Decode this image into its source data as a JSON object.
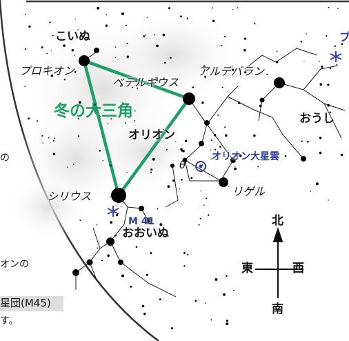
{
  "labels": {
    "koinu": "こいぬ",
    "procyon": "プロキオン",
    "betelgeuse": "ベテルギウス",
    "aldebaran": "アルデバラン",
    "winter_triangle": "冬の大三角",
    "orion": "オリオン",
    "orion_nebula": "オリオン大星雲",
    "theta": "θ",
    "sirius": "シリウス",
    "rigel": "リゲル",
    "m41": "M 41",
    "ooinu": "おおいぬ",
    "oushi": "おうし",
    "top_right_partial": "プ"
  },
  "side_text": {
    "line1": "の",
    "line2": "オンの",
    "line3": "星団(M45)",
    "line4": "す。"
  },
  "compass": {
    "north": "北",
    "south": "南",
    "east": "東",
    "west": "西"
  },
  "colors": {
    "triangle": "#1e9e68",
    "winter_triangle_text": "#1e9e68",
    "nebula_marker": "#2f3f9a",
    "m41_marker": "#3a4aa8",
    "horizon_line": "#333333",
    "star": "#000000"
  }
}
